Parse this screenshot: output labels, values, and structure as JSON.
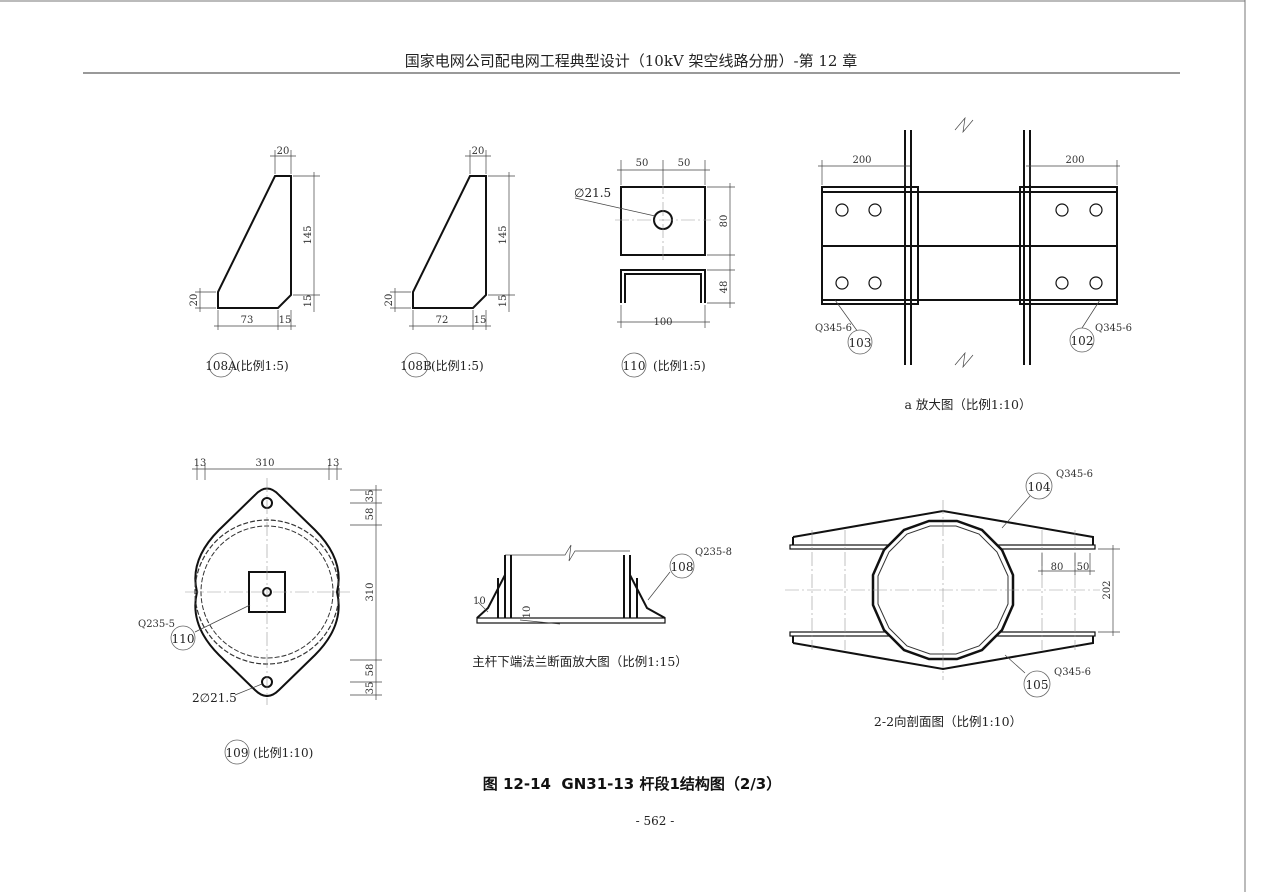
{
  "header": {
    "title": "国家电网公司配电网工程典型设计（10kV 架空线路分册）-第 12 章"
  },
  "part_108A": {
    "id": "108A",
    "scale": "(比例1:5)",
    "dims": {
      "top": "20",
      "height": "145",
      "left": "20",
      "bottom": "73",
      "chamfer_w": "15",
      "chamfer_h": "15"
    }
  },
  "part_108B": {
    "id": "108B",
    "scale": "(比例1:5)",
    "dims": {
      "top": "20",
      "height": "145",
      "left": "20",
      "bottom": "72",
      "chamfer_w": "15",
      "chamfer_h": "15"
    }
  },
  "part_110": {
    "id": "110",
    "scale": "(比例1:5)",
    "dims": {
      "half_left": "50",
      "half_right": "50",
      "hole": "∅21.5",
      "height": "80",
      "channel_h": "48",
      "width": "100"
    }
  },
  "detail_a": {
    "caption": "a 放大图（比例1:10）",
    "dim_left": "200",
    "dim_right": "200",
    "left_part": "103",
    "left_material": "Q345-6",
    "right_part": "102",
    "right_material": "Q345-6"
  },
  "part_109": {
    "id": "109",
    "scale": "(比例1:10)",
    "dims": {
      "width": "310",
      "edge_left": "13",
      "edge_right": "13",
      "v1": "35",
      "v2": "58",
      "v3": "310",
      "v4": "58",
      "v5": "35"
    },
    "sub_part": "110",
    "sub_material": "Q235-5",
    "holes": "2∅21.5"
  },
  "flange": {
    "caption": "主杆下端法兰断面放大图（比例1:15）",
    "part": "108",
    "material": "Q235-8",
    "dim_a": "10",
    "dim_b": "10"
  },
  "section_22": {
    "caption": "2-2向剖面图（比例1:10）",
    "top_part": "104",
    "top_material": "Q345-6",
    "bottom_part": "105",
    "bottom_material": "Q345-6",
    "dim_80": "80",
    "dim_50": "50",
    "dim_202": "202"
  },
  "figure_caption": "图 12-14  GN31-13 杆段1结构图（2/3）",
  "page_number": "- 562 -"
}
